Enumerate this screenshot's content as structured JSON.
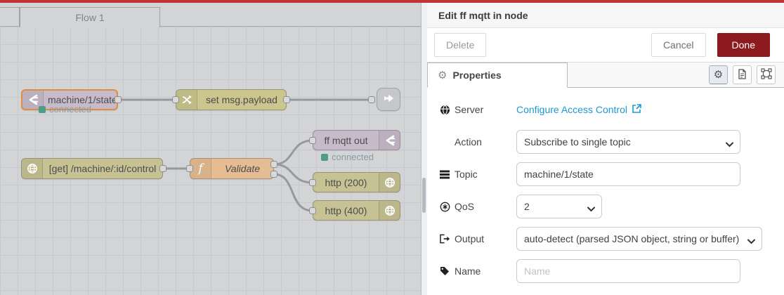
{
  "app": {
    "topbar_color": "#c03434"
  },
  "workspace": {
    "tab_label": "Flow 1",
    "nodes": {
      "mqtt_in": {
        "label": "machine/1/state",
        "status": "connected"
      },
      "change": {
        "label": "set msg.payload"
      },
      "http_in": {
        "label": "[get] /machine/:id/control"
      },
      "function": {
        "label": "Validate"
      },
      "mqtt_out": {
        "label": "ff mqtt out",
        "status": "connected"
      },
      "http_res_200": {
        "label": "http (200)"
      },
      "http_res_400": {
        "label": "http (400)"
      }
    }
  },
  "panel": {
    "title": "Edit ff mqtt in node",
    "delete_label": "Delete",
    "cancel_label": "Cancel",
    "done_label": "Done",
    "tab_label": "Properties",
    "fields": {
      "server": {
        "label": "Server",
        "link_text": "Configure Access Control"
      },
      "action": {
        "label": "Action",
        "value": "Subscribe to single topic"
      },
      "topic": {
        "label": "Topic",
        "value": "machine/1/state"
      },
      "qos": {
        "label": "QoS",
        "value": "2"
      },
      "output": {
        "label": "Output",
        "value": "auto-detect (parsed JSON object, string or buffer)"
      },
      "name": {
        "label": "Name",
        "placeholder": "Name"
      }
    }
  }
}
